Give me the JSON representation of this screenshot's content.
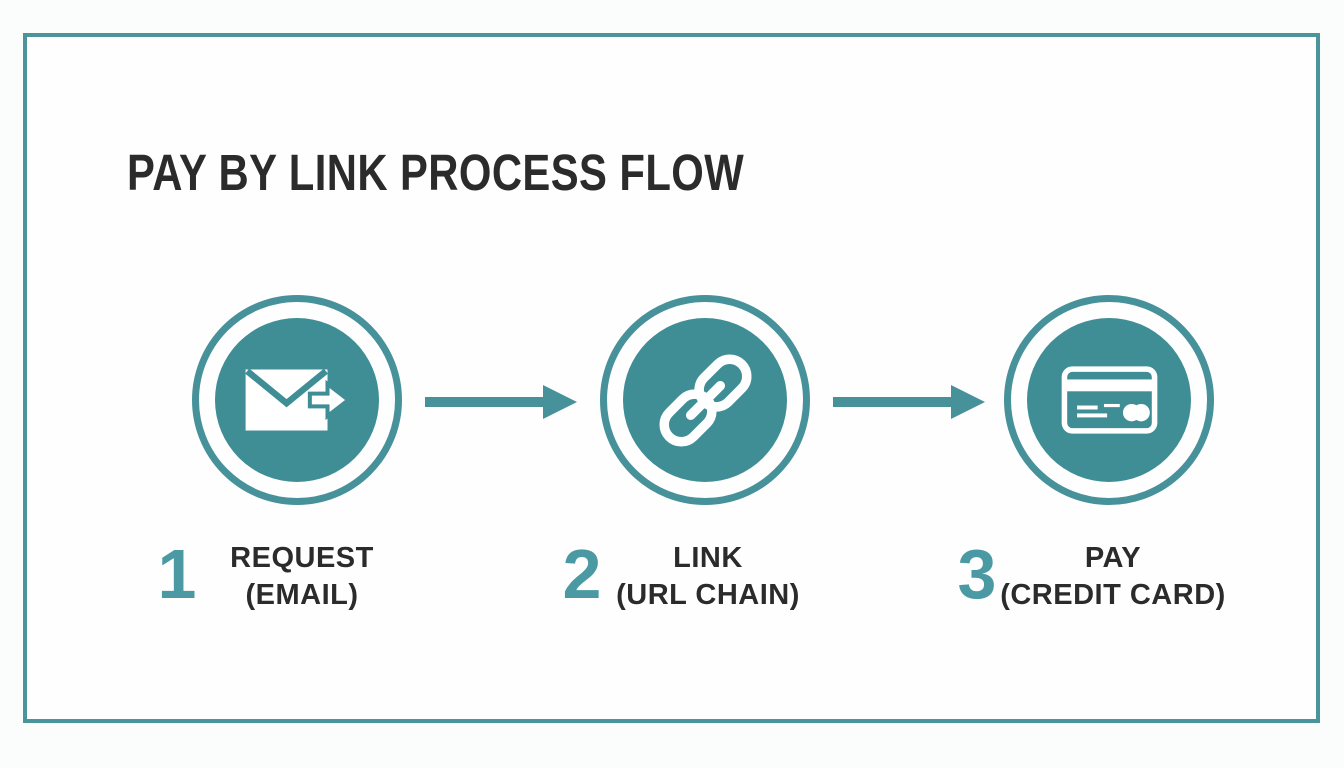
{
  "title": "PAY BY LINK PROCESS FLOW",
  "steps": [
    {
      "number": "1",
      "name": "REQUEST",
      "detail": "(EMAIL)",
      "icon": "email-send-icon"
    },
    {
      "number": "2",
      "name": "LINK",
      "detail": "(URL CHAIN)",
      "icon": "chain-link-icon"
    },
    {
      "number": "3",
      "name": "PAY",
      "detail": "(CREDIT CARD)",
      "icon": "credit-card-icon"
    }
  ],
  "colors": {
    "teal": "#3F8E96",
    "teal_ring": "#47929A",
    "teal_number": "#4B9AA3",
    "frame_border": "#4A949C",
    "text": "#2B2B2B",
    "background": "#FBFCFC",
    "panel": "#FEFEFE",
    "icon_white": "#FFFFFF"
  }
}
